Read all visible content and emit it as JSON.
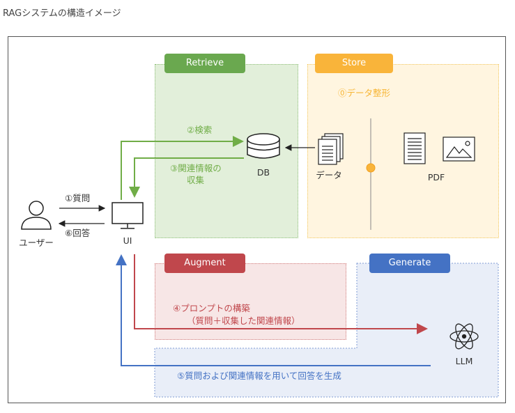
{
  "title": "RAGシステムの構造イメージ",
  "pills": {
    "retrieve": "Retrieve",
    "store": "Store",
    "augment": "Augment",
    "generate": "Generate"
  },
  "nodes": {
    "user": "ユーザー",
    "ui": "UI",
    "db": "DB",
    "data": "データ",
    "pdf": "PDF",
    "llm": "LLM"
  },
  "steps": {
    "s0": "⓪データ整形",
    "s1": "①質問",
    "s2": "②検索",
    "s3_line1": "③関連情報の",
    "s3_line2": "収集",
    "s4_line1": "④プロンプトの構築",
    "s4_line2": "（質問＋収集した関連情報）",
    "s5": "⑤質問および関連情報を用いて回答を生成",
    "s6": "⑥回答"
  },
  "colors": {
    "retrieve": "#6aa84f",
    "store": "#f9b43a",
    "augment": "#c0474c",
    "generate": "#4472c4"
  }
}
